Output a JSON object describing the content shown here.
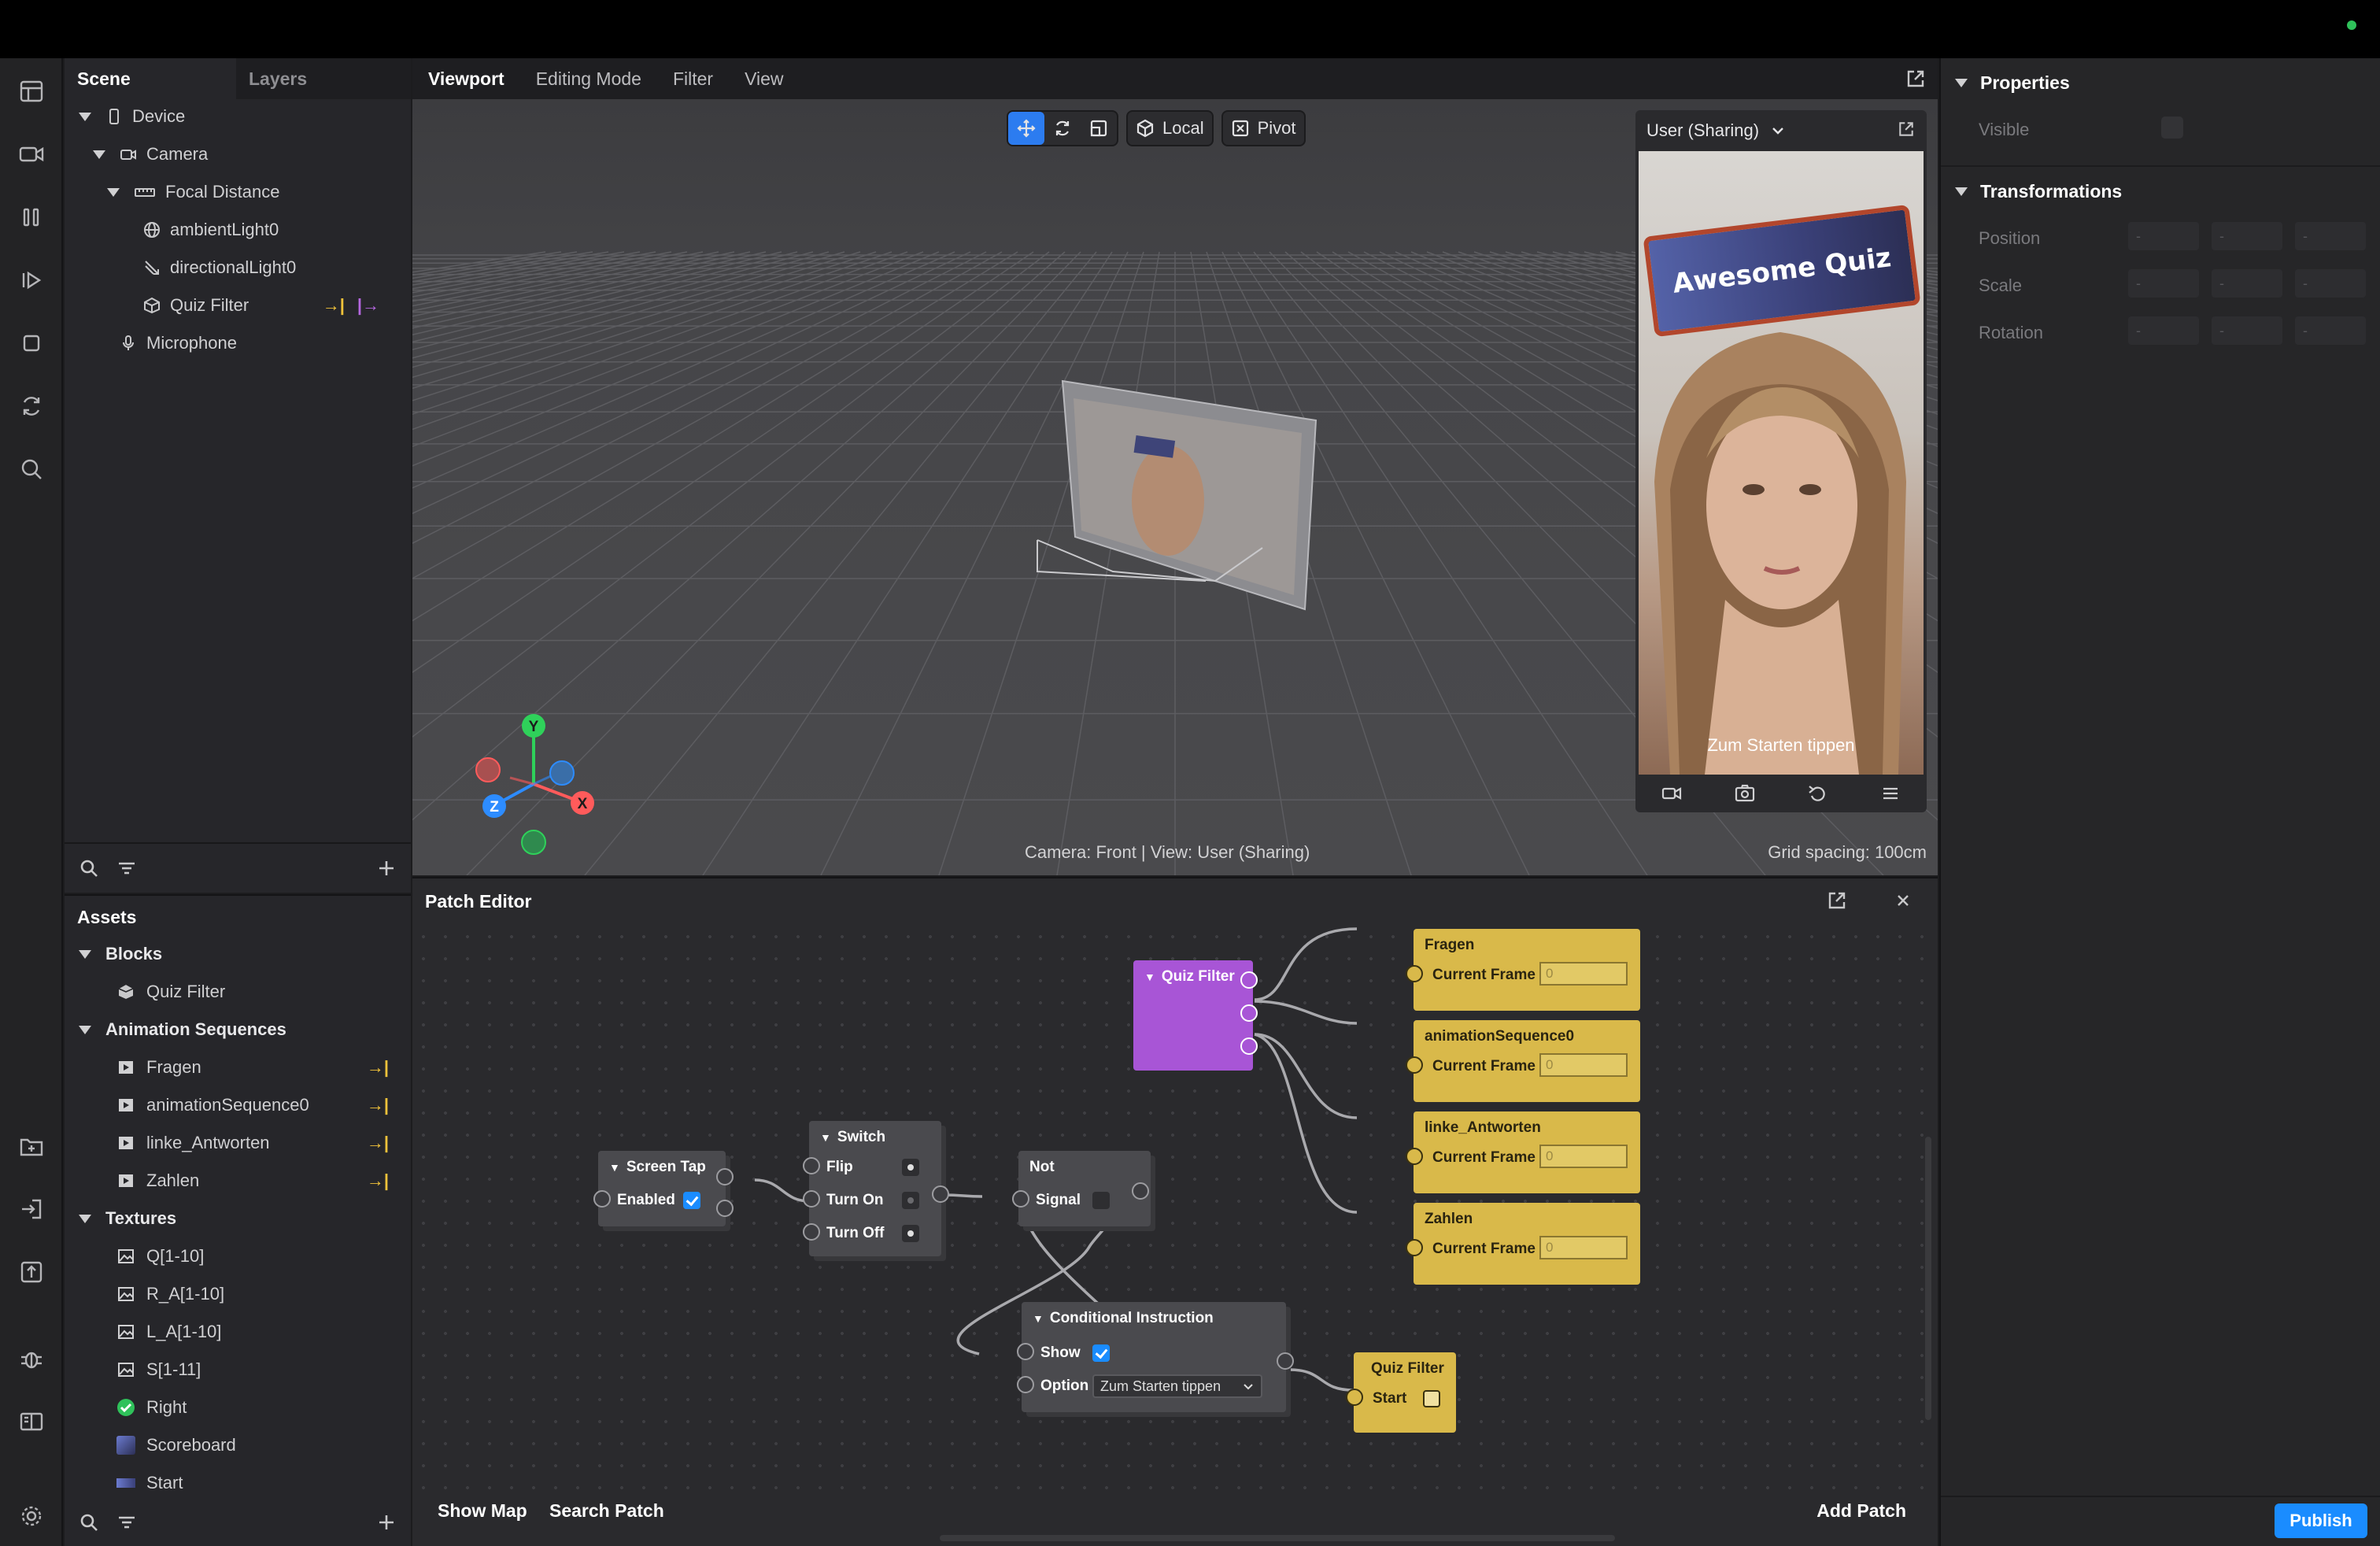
{
  "scene": {
    "tabs": [
      "Scene",
      "Layers"
    ],
    "tree": [
      {
        "label": "Device",
        "level": 0,
        "icon": "phone-icon",
        "expanded": true
      },
      {
        "label": "Camera",
        "level": 1,
        "icon": "camera-icon",
        "expanded": true
      },
      {
        "label": "Focal Distance",
        "level": 2,
        "icon": "ruler-icon",
        "expanded": true
      },
      {
        "label": "ambientLight0",
        "level": 3,
        "icon": "globe-icon"
      },
      {
        "label": "directionalLight0",
        "level": 3,
        "icon": "directional-light-icon"
      },
      {
        "label": "Quiz Filter",
        "level": 3,
        "icon": "cube-icon",
        "arrows": true
      },
      {
        "label": "Microphone",
        "level": 1,
        "icon": "microphone-icon"
      }
    ]
  },
  "assets": {
    "title": "Assets",
    "groups": [
      {
        "label": "Blocks",
        "items": [
          {
            "label": "Quiz Filter",
            "icon": "block-icon"
          }
        ]
      },
      {
        "label": "Animation Sequences",
        "items": [
          {
            "label": "Fragen",
            "icon": "animation-icon",
            "arrow": true
          },
          {
            "label": "animationSequence0",
            "icon": "animation-icon",
            "arrow": true
          },
          {
            "label": "linke_Antworten",
            "icon": "animation-icon",
            "arrow": true
          },
          {
            "label": "Zahlen",
            "icon": "animation-icon",
            "arrow": true
          }
        ]
      },
      {
        "label": "Textures",
        "items": [
          {
            "label": "Q[1-10]",
            "icon": "image-icon"
          },
          {
            "label": "R_A[1-10]",
            "icon": "image-icon"
          },
          {
            "label": "L_A[1-10]",
            "icon": "image-icon"
          },
          {
            "label": "S[1-11]",
            "icon": "image-icon"
          },
          {
            "label": "Right",
            "icon": "check-circle-icon"
          },
          {
            "label": "Scoreboard",
            "icon": "scoreboard-thumb-icon"
          },
          {
            "label": "Start",
            "icon": "start-thumb-icon"
          }
        ]
      }
    ]
  },
  "viewport": {
    "tabs": [
      "Viewport",
      "Editing Mode",
      "Filter",
      "View"
    ],
    "toolbar": {
      "local": "Local",
      "pivot": "Pivot"
    },
    "camera_caption": "Camera: Front | View: User (Sharing)",
    "grid_caption": "Grid spacing: 100cm",
    "axes": {
      "x": "X",
      "y": "Y",
      "z": "Z"
    }
  },
  "preview": {
    "selector": "User (Sharing)",
    "banner": "Awesome Quiz",
    "tap_text": "Zum Starten tippen"
  },
  "properties": {
    "title": "Properties",
    "visible_label": "Visible",
    "transformations_title": "Transformations",
    "rows": [
      "Position",
      "Scale",
      "Rotation"
    ],
    "placeholder": "-"
  },
  "publish": "Publish",
  "patch_editor": {
    "title": "Patch Editor",
    "show_map": "Show Map",
    "search_patch": "Search Patch",
    "add_patch": "Add Patch",
    "nodes": {
      "screen_tap": {
        "title": "Screen Tap",
        "enabled": "Enabled"
      },
      "switch": {
        "title": "Switch",
        "flip": "Flip",
        "turn_on": "Turn On",
        "turn_off": "Turn Off"
      },
      "not": {
        "title": "Not",
        "signal": "Signal"
      },
      "conditional": {
        "title": "Conditional Instruction",
        "show": "Show",
        "option": "Option",
        "option_value": "Zum Starten tippen"
      },
      "quiz_filter_source": {
        "title": "Quiz Filter"
      },
      "quiz_filter_sink": {
        "title": "Quiz Filter",
        "start": "Start"
      },
      "anim": [
        {
          "title": "Fragen",
          "port": "Current Frame",
          "value": "0"
        },
        {
          "title": "animationSequence0",
          "port": "Current Frame",
          "value": "0"
        },
        {
          "title": "linke_Antworten",
          "port": "Current Frame",
          "value": "0"
        },
        {
          "title": "Zahlen",
          "port": "Current Frame",
          "value": "0"
        }
      ]
    }
  },
  "colors": {
    "accent": "#1a8cff",
    "yellow_patch": "#d9b94a",
    "purple_patch": "#a855d6",
    "arrow_yellow": "#f0c23a",
    "arrow_purple": "#b567e0"
  }
}
